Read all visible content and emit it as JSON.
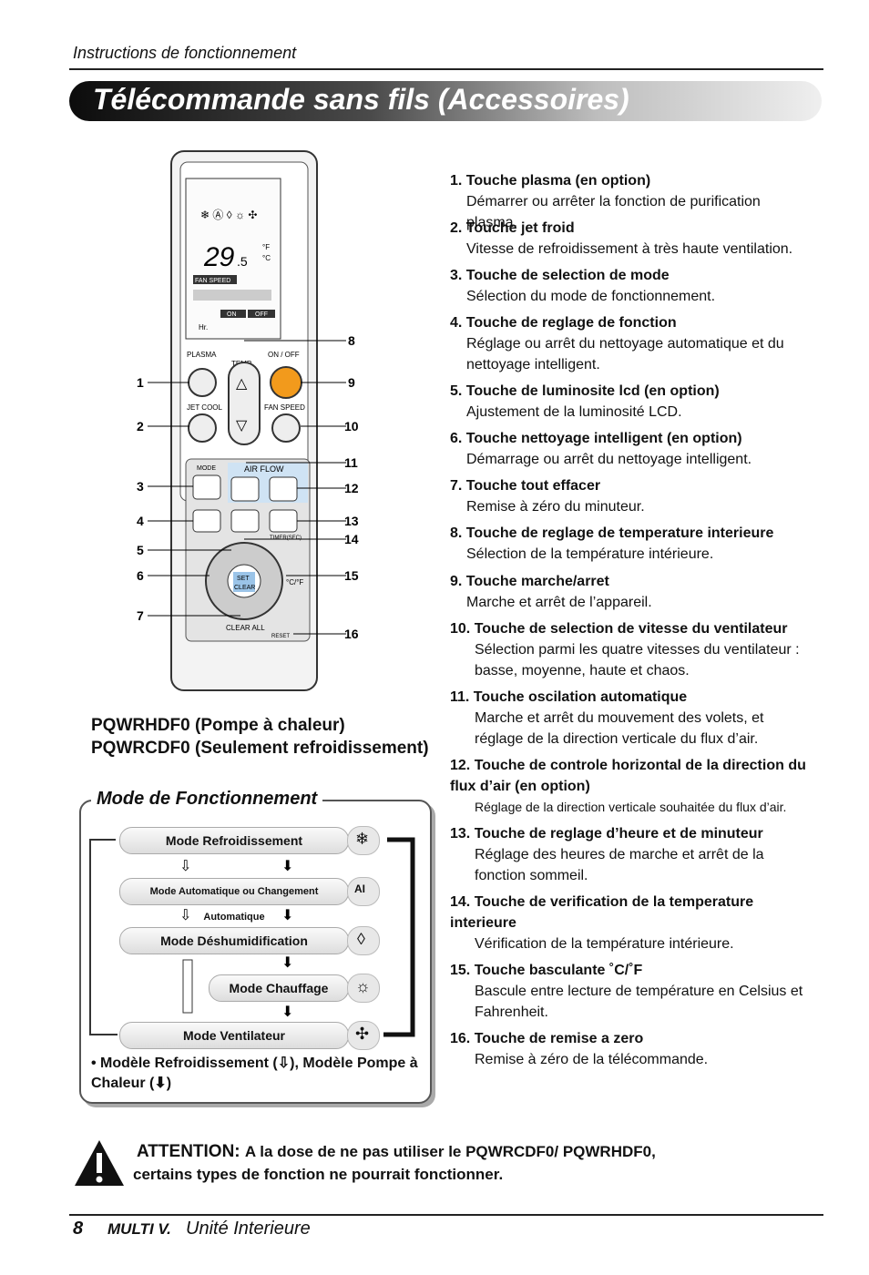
{
  "header": {
    "section": "Instructions de fonctionnement",
    "title": "Télécommande sans fils (Accessoires)"
  },
  "remote": {
    "display": {
      "temp": "29",
      "decimal": ".5",
      "unit_f": "°F",
      "unit_c": "°C",
      "fan_speed": "FAN SPEED",
      "on": "ON",
      "off": "OFF",
      "hr": "Hr."
    },
    "buttons": {
      "plasma": "PLASMA",
      "onoff": "ON / OFF",
      "temp": "TEMP",
      "jetcool": "JET COOL",
      "fanspeed": "FAN SPEED",
      "mode": "MODE",
      "airflow": "AIR FLOW",
      "timer": "TIMER(SEC)",
      "set": "SET",
      "clear": "CLEAR",
      "clearall": "CLEAR ALL",
      "reset": "RESET",
      "cf": "°C/°F"
    },
    "callouts": [
      "1",
      "2",
      "3",
      "4",
      "5",
      "6",
      "7",
      "8",
      "9",
      "10",
      "11",
      "12",
      "13",
      "14",
      "15",
      "16"
    ]
  },
  "models": [
    "PQWRHDF0 (Pompe à chaleur)",
    "PQWRCDF0 (Seulement refroidissement)"
  ],
  "modes": {
    "title": "Mode de Fonctionnement",
    "items": [
      "Mode Refroidissement",
      "Mode Automatique ou Changement Automatique",
      "Mode Déshumidification",
      "Mode Chauffage",
      "Mode Ventilateur"
    ],
    "note": "• Modèle Refroidissement (⇩), Modèle Pompe à Chaleur (⬇)",
    "icon_names": [
      "snowflake-icon",
      "ai-icon",
      "droplet-icon",
      "sun-icon",
      "fan-icon"
    ]
  },
  "items": [
    {
      "title": "1. Touche plasma (en option)",
      "desc": "Démarrer ou arrêter la fonction de purification plasma."
    },
    {
      "title": "2. Touche jet froid",
      "desc": "Vitesse de refroidissement à très haute ventilation."
    },
    {
      "title": "3. Touche de selection de mode",
      "desc": "Sélection du mode de fonctionnement."
    },
    {
      "title": "4. Touche de reglage de fonction",
      "desc": "Réglage ou arrêt du nettoyage automatique et du nettoyage intelligent."
    },
    {
      "title": "5. Touche de luminosite lcd (en option)",
      "desc": "Ajustement de la luminosité LCD."
    },
    {
      "title": "6. Touche nettoyage intelligent (en option)",
      "desc": "Démarrage ou arrêt du nettoyage intelligent."
    },
    {
      "title": "7. Touche tout effacer",
      "desc": "Remise à zéro du minuteur."
    },
    {
      "title": "8. Touche de reglage de temperature interieure",
      "desc": "Sélection de la température intérieure."
    },
    {
      "title": "9. Touche marche/arret",
      "desc": "Marche et arrêt de l’appareil."
    },
    {
      "title": "10. Touche de selection de vitesse du ventilateur",
      "desc": "Sélection parmi les quatre vitesses du ventilateur : basse, moyenne, haute et chaos."
    },
    {
      "title": "11. Touche oscilation automatique",
      "desc": "Marche et arrêt du mouvement des volets, et réglage de la direction verticale du flux d’air."
    },
    {
      "title": "12. Touche de controle horizontal de la direction du flux d’air (en option)",
      "desc": "Réglage de la direction verticale souhaitée du flux d’air."
    },
    {
      "title": "13. Touche de reglage d’heure et de minuteur",
      "desc": "Réglage des heures de marche et arrêt de la fonction sommeil."
    },
    {
      "title": "14. Touche de verification de la temperature interieure",
      "desc": "Vérification de la température intérieure."
    },
    {
      "title": "15. Touche basculante ˚C/˚F",
      "desc": "Bascule entre lecture de température en Celsius et Fahrenheit."
    },
    {
      "title": "16. Touche de remise a zero",
      "desc": "Remise à zéro de la télécommande."
    }
  ],
  "attention": {
    "label": "ATTENTION:",
    "line1": "A la dose de ne pas utiliser le PQWRCDF0/ PQWRHDF0,",
    "line2": "certains types de fonction ne pourrait fonctionner."
  },
  "footer": {
    "page": "8",
    "brand": "MULTI V.",
    "unit": "Unité Interieure"
  }
}
